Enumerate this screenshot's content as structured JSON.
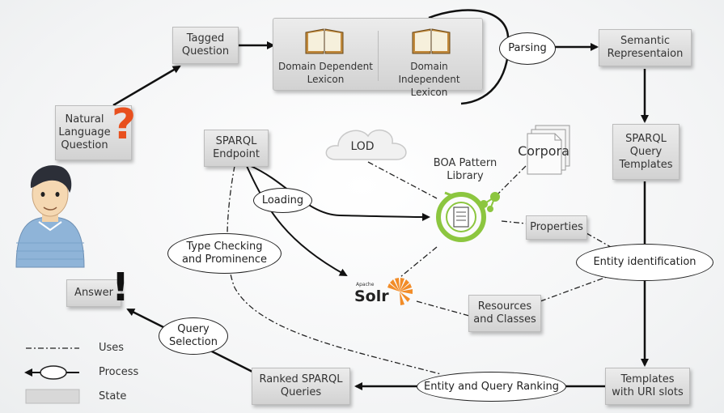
{
  "states": {
    "natural_language_question": "Natural\nLanguage\nQuestion",
    "tagged_question": "Tagged\nQuestion",
    "domain_dependent_lexicon": "Domain Dependent\nLexicon",
    "domain_independent_lexicon": "Domain Independent\nLexicon",
    "semantic_representation": "Semantic\nRepresentaion",
    "sparql_query_templates": "SPARQL\nQuery\nTemplates",
    "templates_with_uri_slots": "Templates\nwith URI slots",
    "ranked_sparql_queries": "Ranked SPARQL\nQueries",
    "answer": "Answer",
    "sparql_endpoint": "SPARQL\nEndpoint",
    "properties": "Properties",
    "resources_and_classes": "Resources\nand Classes"
  },
  "processes": {
    "parsing": "Parsing",
    "loading": "Loading",
    "type_checking": "Type Checking\nand Prominence",
    "entity_identification": "Entity identification",
    "entity_and_query_ranking": "Entity and Query Ranking",
    "query_selection": "Query\nSelection"
  },
  "resources": {
    "lod": "LOD",
    "corpora": "Corpora",
    "boa_pattern_library": "BOA Pattern\nLibrary",
    "solr_small": "Apache",
    "solr_name": "Solr"
  },
  "symbols": {
    "question_mark": "?",
    "exclamation_mark": "!"
  },
  "legend": {
    "uses": "Uses",
    "process": "Process",
    "state": "State"
  },
  "colors": {
    "question_mark": "#e8501e",
    "boa_green": "#8cc63f",
    "solr_orange": "#f28c28"
  }
}
